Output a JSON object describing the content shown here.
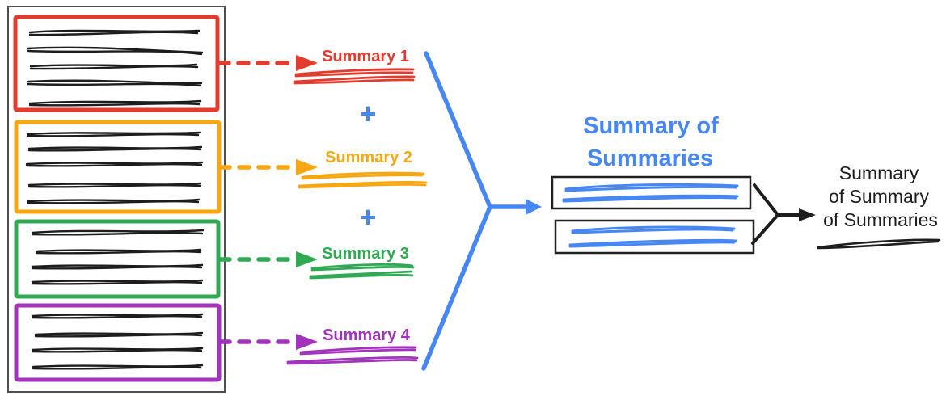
{
  "summaries": [
    {
      "label": "Summary 1",
      "color": "#e33b2e"
    },
    {
      "label": "Summary 2",
      "color": "#f6a711"
    },
    {
      "label": "Summary 3",
      "color": "#2faa53"
    },
    {
      "label": "Summary 4",
      "color": "#a233bb"
    }
  ],
  "plus_sign": "+",
  "merge": {
    "title_line1": "Summary of",
    "title_line2": "Summaries",
    "color": "#4687f4"
  },
  "final": {
    "line1": "Summary",
    "line2": "of Summary",
    "line3": "of Summaries",
    "color": "#1d1d1d"
  },
  "colors": {
    "ink": "#1d1d1d",
    "container_border": "#4f4f4f",
    "box_border": "#212121"
  }
}
